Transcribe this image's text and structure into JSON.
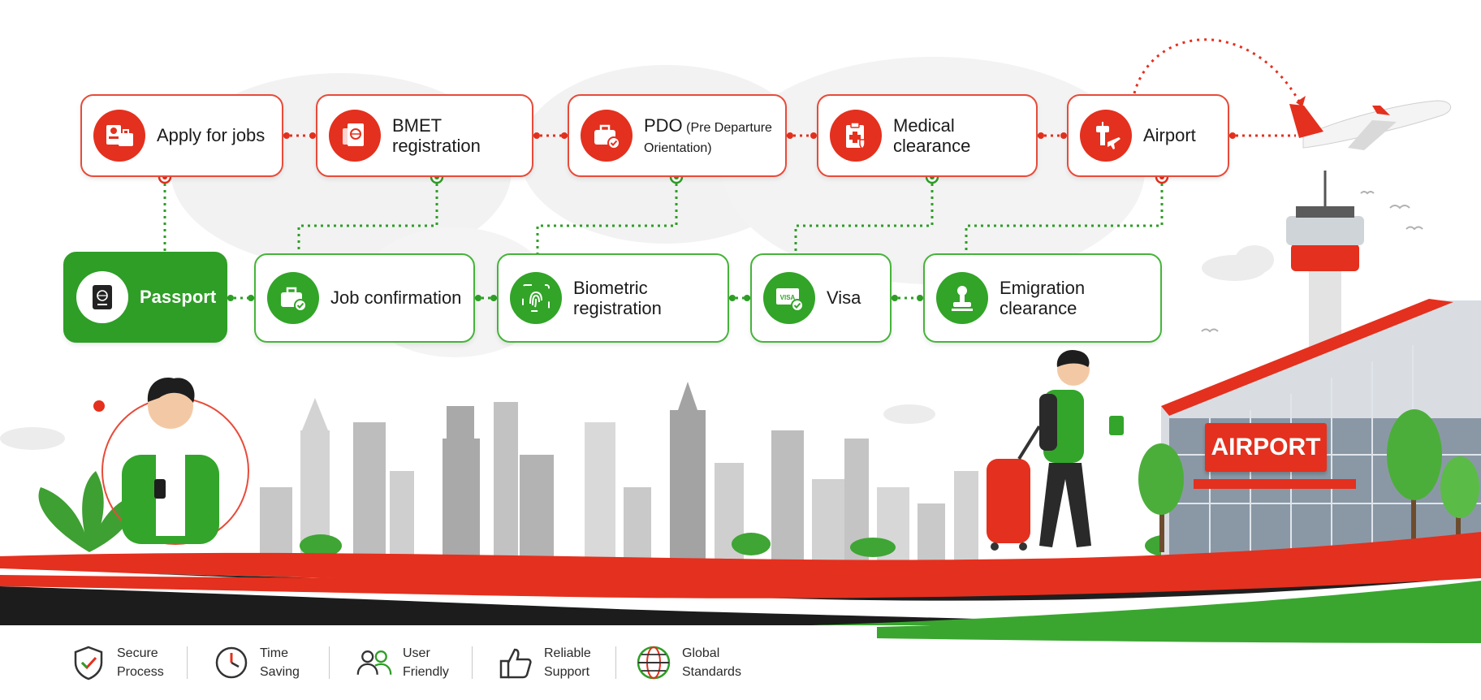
{
  "steps_top": [
    {
      "label": "Apply for jobs",
      "icon": "job-application-icon"
    },
    {
      "label": "BMET registration",
      "icon": "passport-documents-icon"
    },
    {
      "label_main": "PDO",
      "label_sub": " (Pre Departure",
      "label_sub2": "Orientation)",
      "icon": "orientation-briefcase-icon"
    },
    {
      "label": "Medical clearance",
      "icon": "medical-clipboard-icon"
    },
    {
      "label": "Airport",
      "icon": "control-tower-plane-icon"
    }
  ],
  "steps_bottom": [
    {
      "label": "Passport",
      "icon": "passport-icon"
    },
    {
      "label": "Job confirmation",
      "icon": "briefcase-check-icon"
    },
    {
      "label": "Biometric registration",
      "icon": "fingerprint-icon"
    },
    {
      "label": "Visa",
      "icon": "visa-card-icon"
    },
    {
      "label": "Emigration clearance",
      "icon": "stamp-icon"
    }
  ],
  "airport_sign": "AIRPORT",
  "features": [
    {
      "line1": "Secure",
      "line2": "Process",
      "icon": "shield-check-icon"
    },
    {
      "line1": "Time",
      "line2": "Saving",
      "icon": "clock-icon"
    },
    {
      "line1": "User",
      "line2": "Friendly",
      "icon": "users-icon"
    },
    {
      "line1": "Reliable",
      "line2": "Support",
      "icon": "thumbs-up-icon"
    },
    {
      "line1": "Global",
      "line2": "Standards",
      "icon": "globe-icon"
    }
  ],
  "colors": {
    "red": "#e4301e",
    "green": "#2e9e26",
    "dark": "#1a1a1a"
  }
}
